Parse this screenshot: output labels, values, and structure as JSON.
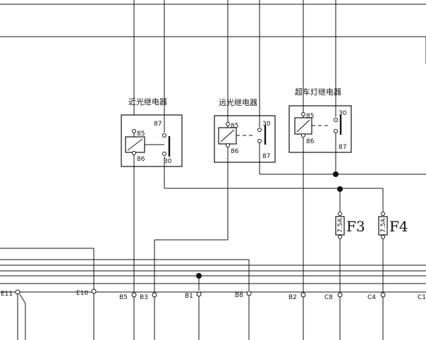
{
  "relays": {
    "low_beam": {
      "title": "近光继电器",
      "t85": "85",
      "t86": "86",
      "t87": "87",
      "t30": "30"
    },
    "high_beam": {
      "title": "远光继电器",
      "t85": "85",
      "t86": "86",
      "t30": "30",
      "t87": "87"
    },
    "overtake": {
      "title": "超车灯继电器",
      "t85": "85",
      "t86": "86",
      "t30": "30",
      "t87": "87"
    }
  },
  "fuses": {
    "f3": {
      "label": "F3",
      "rating": "7.5A"
    },
    "f4": {
      "label": "F4",
      "rating": "7.5A"
    }
  },
  "connectors": {
    "e11": "E11",
    "e10": "E10",
    "b5": "B5",
    "b3": "B3",
    "b1": "B1",
    "b8": "B8",
    "b2": "B2",
    "c8": "C8",
    "c4": "C4",
    "c1": "C1"
  }
}
